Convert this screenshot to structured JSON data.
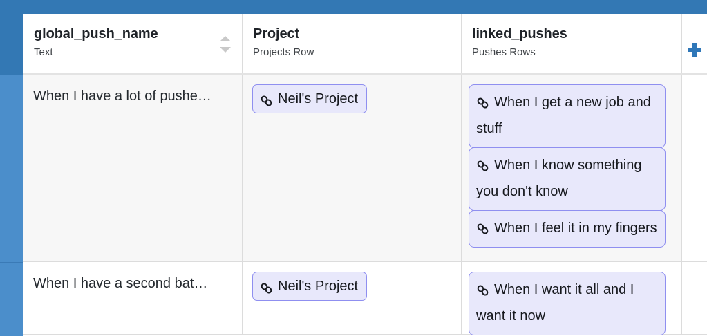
{
  "theme": {
    "chrome_blue": "#3378b4",
    "rail_blue": "#4b8ecb",
    "chip_bg": "#e8e8fb",
    "chip_border": "#8f8ff0",
    "grid_border": "#dcdcdc",
    "row_shade": "#f7f7f7",
    "accent_plus": "#2f77b8"
  },
  "table": {
    "columns": [
      {
        "name": "global_push_name",
        "type": "Text",
        "sortable": true
      },
      {
        "name": "Project",
        "type": "Projects Row",
        "sortable": false
      },
      {
        "name": "linked_pushes",
        "type": "Pushes Rows",
        "sortable": false
      }
    ],
    "add_column_label": "+",
    "rows": [
      {
        "global_push_name": "When I have a lot of pushe…",
        "project": [
          {
            "label": "Neil's Project",
            "icon": "link-icon"
          }
        ],
        "linked_pushes": [
          {
            "label": "When I get a new job and stuff",
            "icon": "link-icon"
          },
          {
            "label": "When I know something you don't know",
            "icon": "link-icon"
          },
          {
            "label": "When I feel it in my fingers",
            "icon": "link-icon"
          }
        ]
      },
      {
        "global_push_name": "When I have a second bat…",
        "project": [
          {
            "label": "Neil's Project",
            "icon": "link-icon"
          }
        ],
        "linked_pushes": [
          {
            "label": "When I want it all and I want it now",
            "icon": "link-icon"
          }
        ]
      }
    ]
  }
}
